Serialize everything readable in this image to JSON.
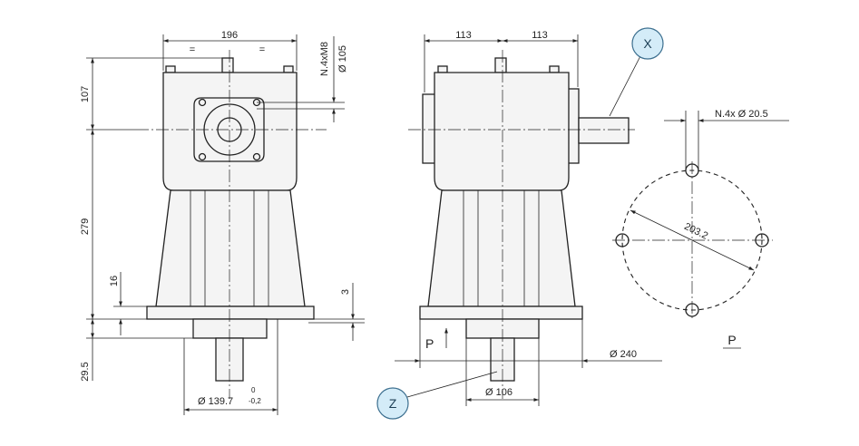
{
  "front_view": {
    "dim_width": "196",
    "equal_left": "=",
    "equal_right": "=",
    "dim_top_height": "107",
    "dim_body_height": "279",
    "dim_flange_thickness": "16",
    "dim_shaft_length": "29.5",
    "dim_gap": "3",
    "bolt_spec": "N.4xM8",
    "bolt_circle": "Ø 105",
    "shaft_diameter": "Ø 139.7",
    "shaft_tol_upper": "0",
    "shaft_tol_lower": "-0,2"
  },
  "side_view": {
    "dim_left": "113",
    "dim_right": "113",
    "flange_diameter": "Ø 240",
    "pilot_diameter": "Ø 106",
    "view_marker": "P"
  },
  "flange_view": {
    "hole_spec": "N.4x Ø 20.5",
    "pcd": "203.2",
    "view_label": "P"
  },
  "callouts": {
    "x_label": "X",
    "z_label": "Z"
  }
}
